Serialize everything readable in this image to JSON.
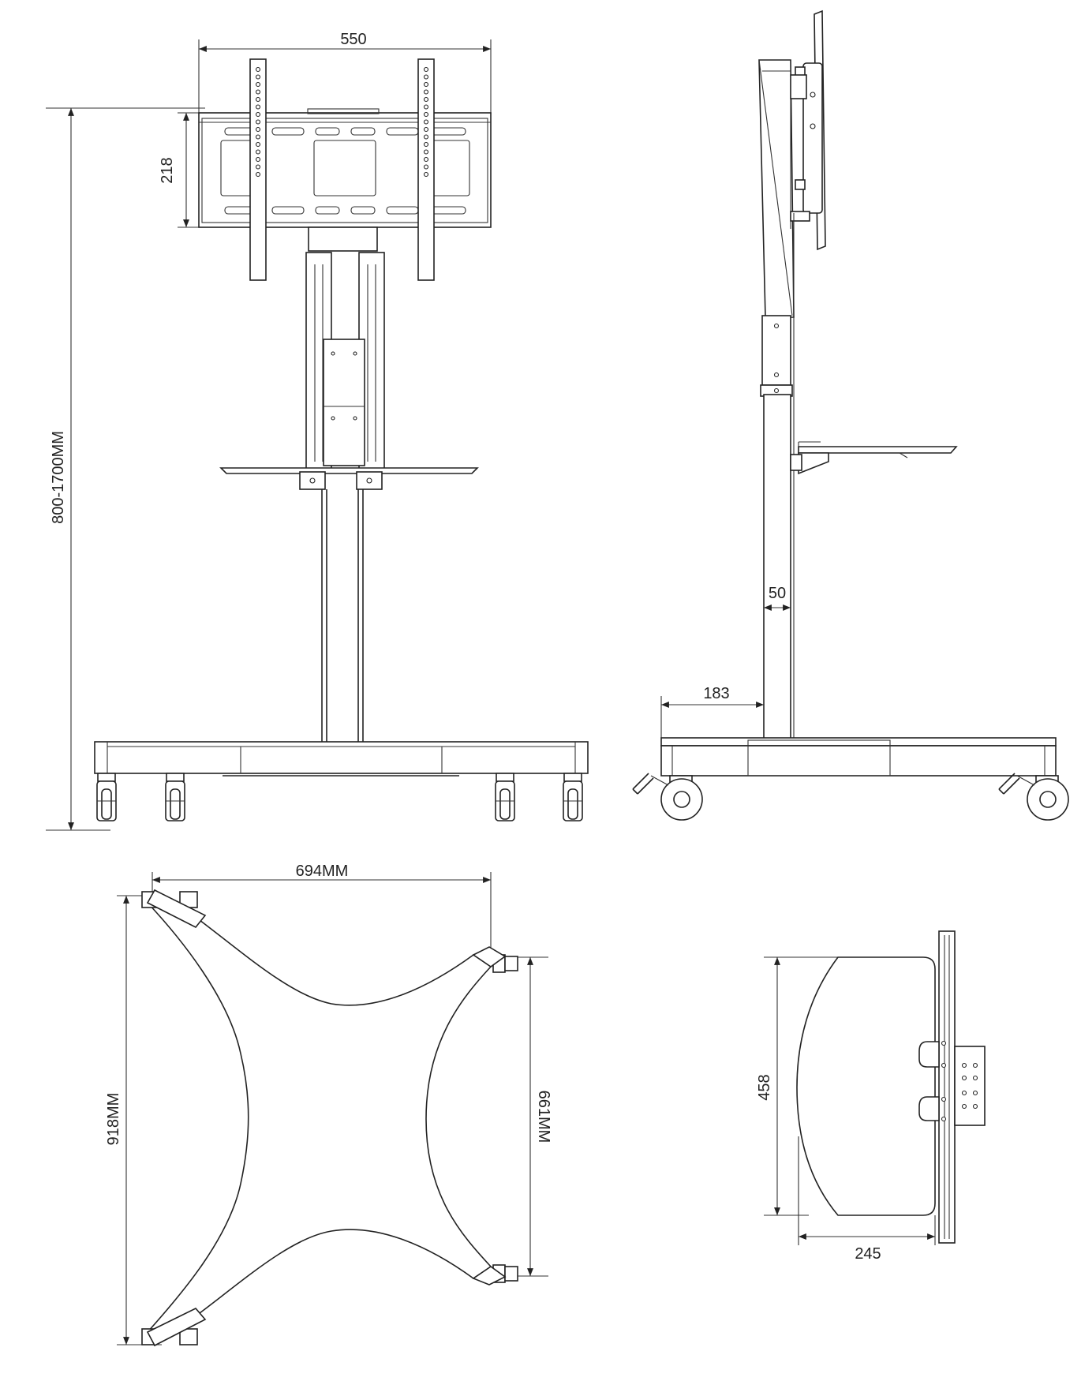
{
  "dimensions": {
    "front_width": "550",
    "mount_height": "218",
    "total_height": "800-1700MM",
    "pole_width": "50",
    "base_offset": "183",
    "base_width": "694MM",
    "base_length": "918MM",
    "base_inner": "661MM",
    "shelf_width": "458",
    "shelf_depth": "245"
  },
  "colors": {
    "line": "#222222",
    "background": "#ffffff"
  }
}
